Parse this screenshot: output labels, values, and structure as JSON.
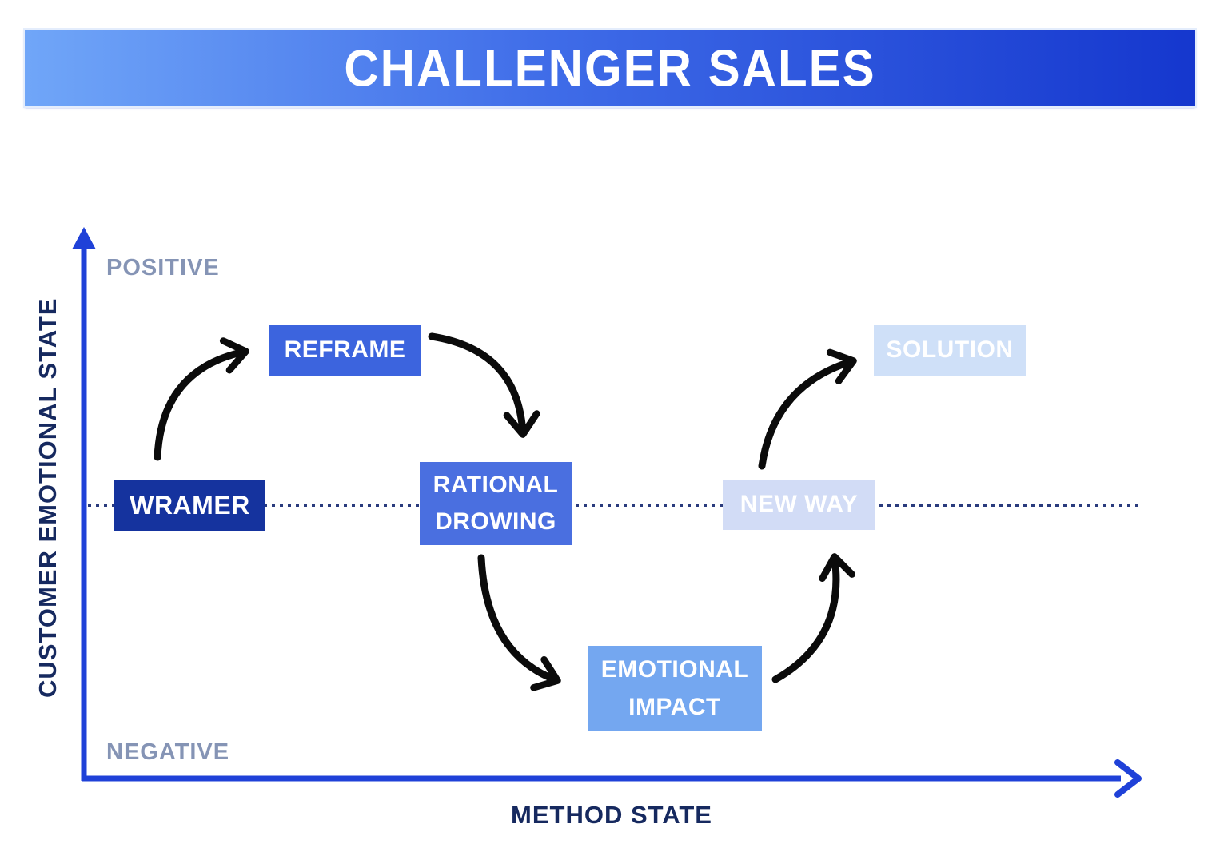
{
  "header": {
    "title": "CHALLENGER SALES"
  },
  "axes": {
    "y_axis_label": "CUSTOMER EMOTIONAL STATE",
    "x_axis_label": "METHOD STATE",
    "positive_label": "POSITIVE",
    "negative_label": "NEGATIVE"
  },
  "colors": {
    "banner_gradient_start": "#70A6F8",
    "banner_gradient_end": "#1537CE",
    "axis_line": "#1F41D8",
    "pole_labels": "#8594B5",
    "axis_titles": "#16295F",
    "dotted_baseline": "#2A3B7D",
    "arrow": "#0B0B0B"
  },
  "nodes": [
    {
      "id": "wramer",
      "label": "WRAMER",
      "color": "#15339E",
      "text_color": "#FFFFFF"
    },
    {
      "id": "reframe",
      "label": "REFRAME",
      "color": "#3C64DE",
      "text_color": "#FFFFFF"
    },
    {
      "id": "rational-drowing",
      "label": "RATIONAL DROWING",
      "color": "#4A6FE0",
      "text_color": "#FFFFFF"
    },
    {
      "id": "emotional-impact",
      "label": "EMOTIONAL IMPACT",
      "color": "#74A7F0",
      "text_color": "#FFFFFF"
    },
    {
      "id": "new-way",
      "label": "NEW WAY",
      "color": "#D2DCF6",
      "text_color": "#FFFFFF"
    },
    {
      "id": "solution",
      "label": "SOLUTION",
      "color": "#CFE0F8",
      "text_color": "#FFFFFF"
    }
  ],
  "edges": [
    {
      "from": "wramer",
      "to": "reframe"
    },
    {
      "from": "reframe",
      "to": "rational-drowing"
    },
    {
      "from": "rational-drowing",
      "to": "emotional-impact"
    },
    {
      "from": "emotional-impact",
      "to": "new-way"
    },
    {
      "from": "new-way",
      "to": "solution"
    }
  ]
}
